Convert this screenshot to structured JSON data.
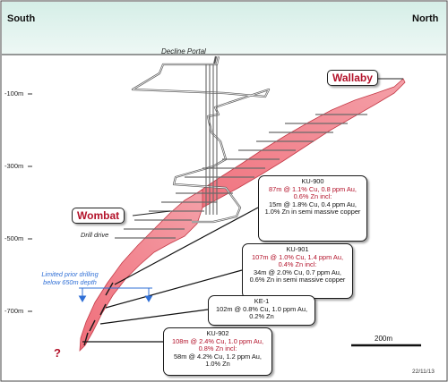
{
  "header": {
    "left": "South",
    "right": "North"
  },
  "portal_label": "Decline Portal",
  "depths": [
    "-100m",
    "-300m",
    "-500m",
    "-700m"
  ],
  "deposits": [
    {
      "name": "Wallaby"
    },
    {
      "name": "Wombat"
    }
  ],
  "drive_label": "Drill drive",
  "prior_drilling": {
    "line1": "Limited prior drilling",
    "line2": "below 650m depth"
  },
  "question_mark": "?",
  "scale_label": "200m",
  "date_stamp": "22/11/13",
  "callouts": [
    {
      "hole": "KU-900",
      "hl1": "87m @ 1.1% Cu, 0.8 ppm Au,",
      "hl2": "0.6% Zn incl:",
      "t1": "15m @ 1.8% Cu, 0.4 ppm Au,",
      "t2": "1.0% Zn in semi massive copper"
    },
    {
      "hole": "KU-901",
      "hl1": "107m @ 1.0% Cu, 1.4 ppm Au,",
      "hl2": "0.4% Zn incl:",
      "t1": "34m @ 2.0% Cu, 0.7 ppm Au,",
      "t2": "0.6% Zn in semi massive copper"
    },
    {
      "hole": "KE-1",
      "t1": "102m @ 0.8% Cu, 1.0 ppm Au,",
      "t2": "0.2% Zn"
    },
    {
      "hole": "KU-902",
      "hl1": "108m @ 2.4% Cu, 1.0 ppm Au,",
      "hl2": "0.8% Zn incl:",
      "t1": "58m @ 4.2% Cu, 1.2 ppm Au,",
      "t2": "1.0% Zn"
    }
  ],
  "colors": {
    "orebody": "#ef7b86",
    "header_bg": "#d8efe9",
    "callout_red": "#b3122a",
    "prior_blue": "#2f6fd6"
  }
}
